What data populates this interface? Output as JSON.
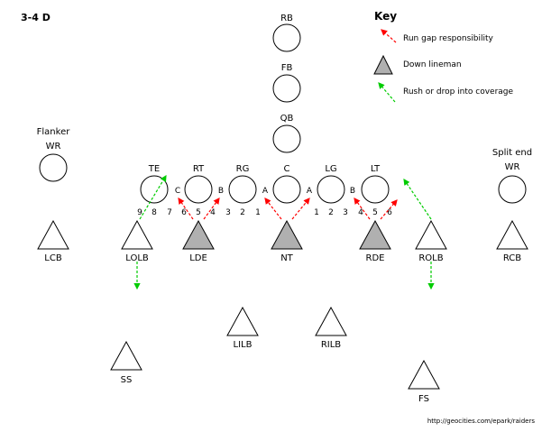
{
  "title": "3-4 D",
  "key": {
    "heading": "Key",
    "run_gap": "Run gap responsibility",
    "down_lineman": "Down lineman",
    "rush_drop": "Rush or drop into coverage"
  },
  "offense": {
    "rb": "RB",
    "fb": "FB",
    "qb": "QB",
    "te": "TE",
    "rt": "RT",
    "rg": "RG",
    "c": "C",
    "lg": "LG",
    "lt": "LT",
    "flanker_caption": "Flanker",
    "flanker_pos": "WR",
    "split_caption": "Split end",
    "split_pos": "WR"
  },
  "gaps": {
    "c_right": "C",
    "b_right": "B",
    "a_right": "A",
    "a_left": "A",
    "b_left": "B"
  },
  "techniques": {
    "n9": "9",
    "n8": "8",
    "n7": "7",
    "n6": "6",
    "n5r": "5",
    "n4r": "4",
    "n3r": "3",
    "n2r": "2",
    "n1r": "1",
    "n1l": "1",
    "n2l": "2",
    "n3l": "3",
    "n4l": "4",
    "n5l": "5",
    "n6l": "6"
  },
  "defense": {
    "lcb": "LCB",
    "lolb": "LOLB",
    "lde": "LDE",
    "nt": "NT",
    "rde": "RDE",
    "rolb": "ROLB",
    "rcb": "RCB",
    "lilb": "LILB",
    "rilb": "RILB",
    "ss": "SS",
    "fs": "FS"
  },
  "colors": {
    "run_arrow": "#ff0000",
    "rush_arrow": "#00cc00",
    "lineman_fill": "#b0b0b0"
  },
  "source": "http://geocities.com/epark/raiders"
}
